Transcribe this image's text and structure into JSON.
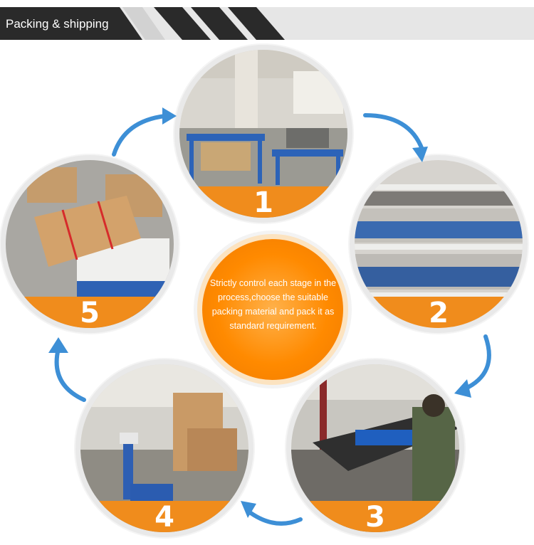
{
  "header": {
    "title": "Packing & shipping"
  },
  "center": {
    "text": "Strictly control each stage in the process,choose the suitable packing material and pack it as standard requirement."
  },
  "steps": [
    {
      "number": "1"
    },
    {
      "number": "2"
    },
    {
      "number": "3"
    },
    {
      "number": "4"
    },
    {
      "number": "5"
    }
  ],
  "colors": {
    "accent": "#f08c1c",
    "arrow": "#3d8fd6",
    "banner_dark": "#2a2a2a",
    "banner_light": "#e6e6e6"
  }
}
